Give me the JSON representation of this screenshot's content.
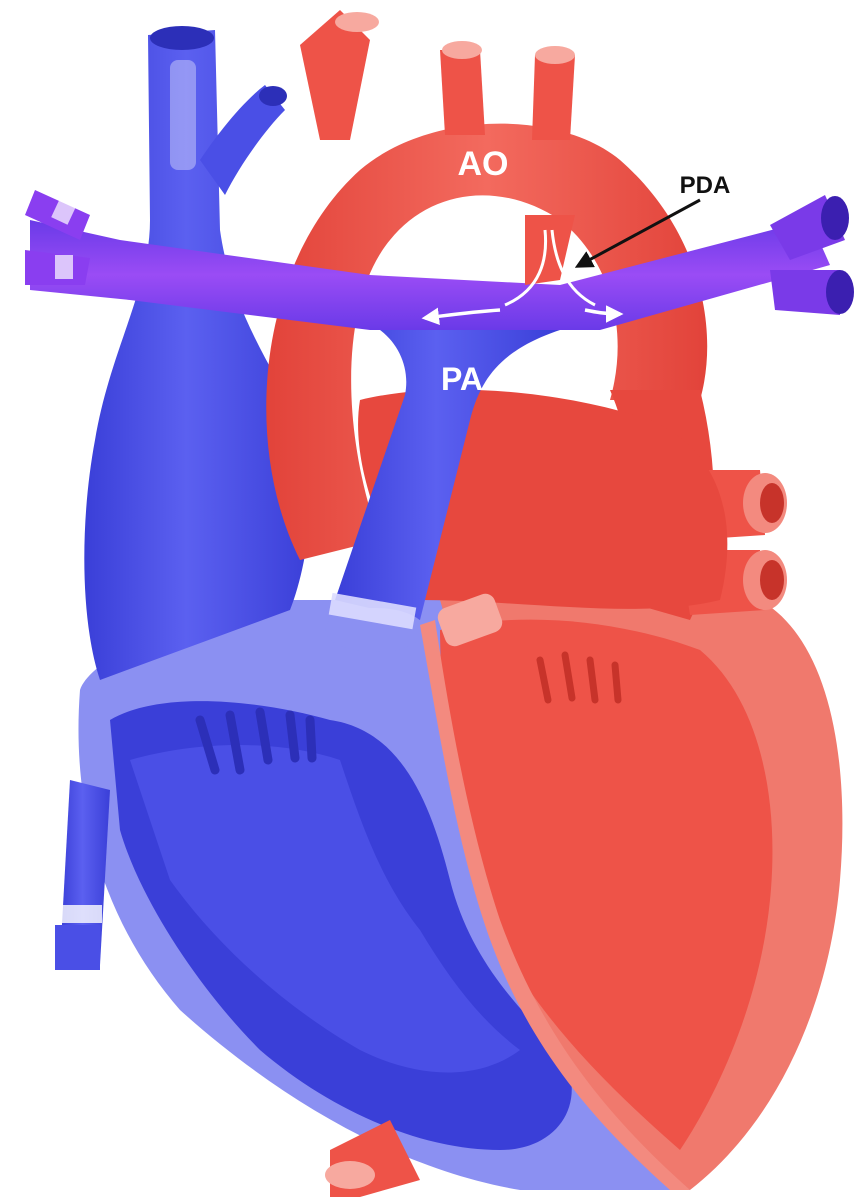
{
  "labels": {
    "aorta": "AO",
    "pulmonary_artery": "PA",
    "ductus": "PDA"
  },
  "colors": {
    "oxygenated": "#ee5348",
    "oxygenated_light": "#f38a7f",
    "deoxygenated": "#4a4fe6",
    "deoxygenated_dark": "#2c2fb8",
    "deoxygenated_light": "#8e93f3",
    "mixed": "#8a3ef0",
    "arrow_white": "#ffffff",
    "pointer": "#111111"
  }
}
